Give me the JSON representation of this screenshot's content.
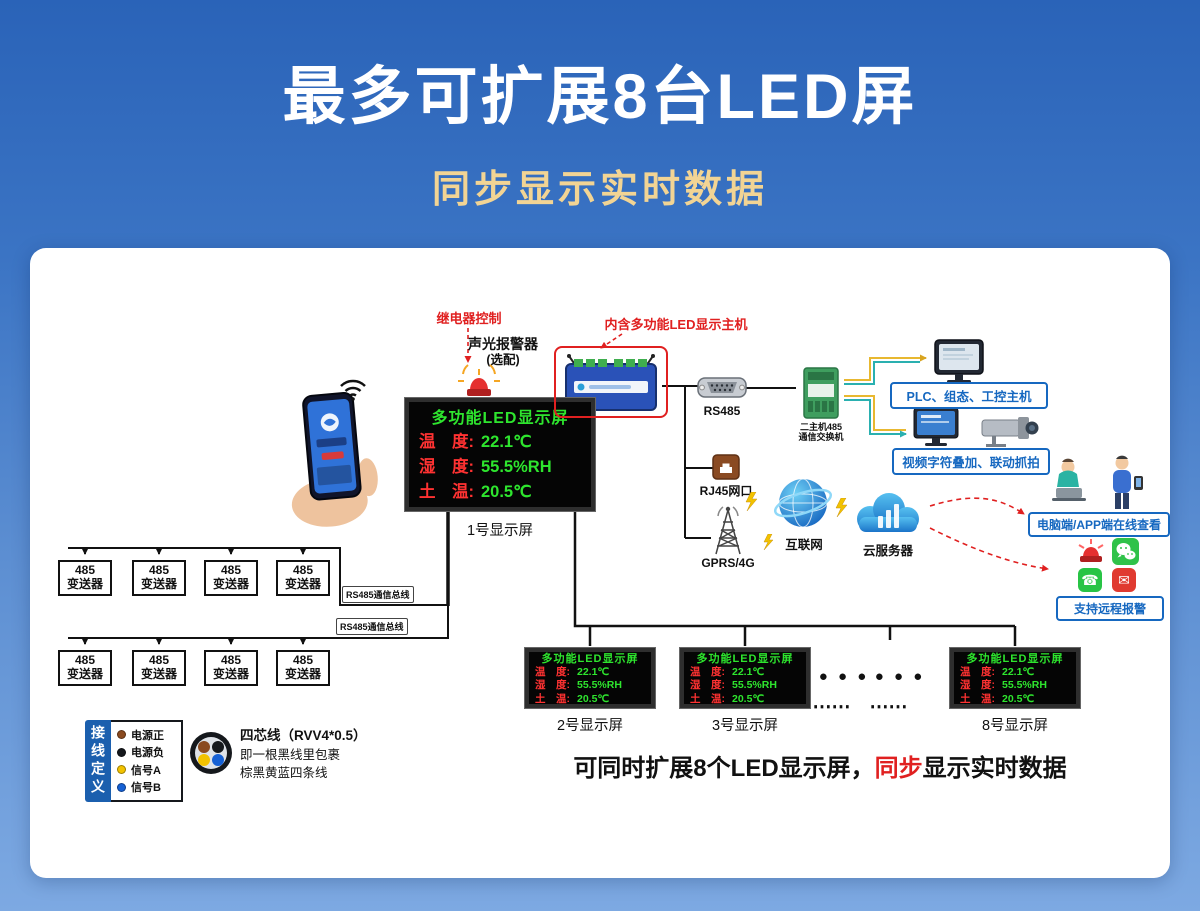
{
  "theme": {
    "accent_blue": "#1668c0",
    "highlight_red": "#e02020",
    "led_green": "#2ee52e",
    "led_label_red": "#ff3232",
    "subtitle_gold": "#f2d494",
    "background_blue": "#3b74c4"
  },
  "header": {
    "title": "最多可扩展8台LED屏",
    "subtitle": "同步显示实时数据"
  },
  "annotations": {
    "relay_control": "继电器控制",
    "alarm_name": "声光报警器",
    "alarm_optional": "(选配)",
    "host_note": "内含多功能LED显示主机"
  },
  "screens": [
    {
      "title": "多功能LED显示屏",
      "rows": [
        {
          "label": "温　度:",
          "value": "22.1℃"
        },
        {
          "label": "湿　度:",
          "value": "55.5%RH"
        },
        {
          "label": "土　温:",
          "value": "20.5℃"
        }
      ],
      "caption": "1号显示屏"
    },
    {
      "title": "多功能LED显示屏",
      "rows": [
        {
          "label": "温　度:",
          "value": "22.1℃"
        },
        {
          "label": "湿　度:",
          "value": "55.5%RH"
        },
        {
          "label": "土　温:",
          "value": "20.5℃"
        }
      ],
      "caption": "2号显示屏"
    },
    {
      "title": "多功能LED显示屏",
      "rows": [
        {
          "label": "温　度:",
          "value": "22.1℃"
        },
        {
          "label": "湿　度:",
          "value": "55.5%RH"
        },
        {
          "label": "土　温:",
          "value": "20.5℃"
        }
      ],
      "caption": "3号显示屏"
    },
    {
      "title": "多功能LED显示屏",
      "rows": [
        {
          "label": "温　度:",
          "value": "22.1℃"
        },
        {
          "label": "湿　度:",
          "value": "55.5%RH"
        },
        {
          "label": "土　温:",
          "value": "20.5℃"
        }
      ],
      "caption": "8号显示屏"
    }
  ],
  "network": {
    "rs485_label": "RS485",
    "switch_line1": "二主机485",
    "switch_line2": "通信交换机",
    "plc_label": "PLC、组态、工控主机",
    "video_label": "视频字符叠加、联动抓拍",
    "rj45_label": "RJ45网口",
    "internet_label": "互联网",
    "cloud_label": "云服务器",
    "gprs_label": "GPRS/4G",
    "online_label": "电脑端/APP端在线查看",
    "remote_label": "支持远程报警"
  },
  "bus": {
    "bus1_label": "RS485通信总线",
    "bus2_label": "RS485通信总线",
    "transmitter_line1": "485",
    "transmitter_line2": "变送器"
  },
  "legend": {
    "title": "接线定义",
    "items": [
      {
        "label": "电源正",
        "color": "#8a4a1f"
      },
      {
        "label": "电源负",
        "color": "#15181c"
      },
      {
        "label": "信号A",
        "color": "#f2c200"
      },
      {
        "label": "信号B",
        "color": "#1560d4"
      }
    ],
    "cable_title": "四芯线（RVV4*0.5）",
    "cable_line1": "即一根黑线里包裹",
    "cable_line2": "棕黑黄蓝四条线"
  },
  "ellipsis": {
    "dots_group1": "● ● ●",
    "dots_group2": "● ● ●",
    "dots_row2": "⋯⋯　⋯⋯"
  },
  "footer": {
    "part1": "可同时扩展8个LED显示屏，",
    "highlight": "同步",
    "part2": "显示实时数据"
  },
  "icons": {
    "phone_glyph": "☎",
    "mail_glyph": "✉"
  }
}
